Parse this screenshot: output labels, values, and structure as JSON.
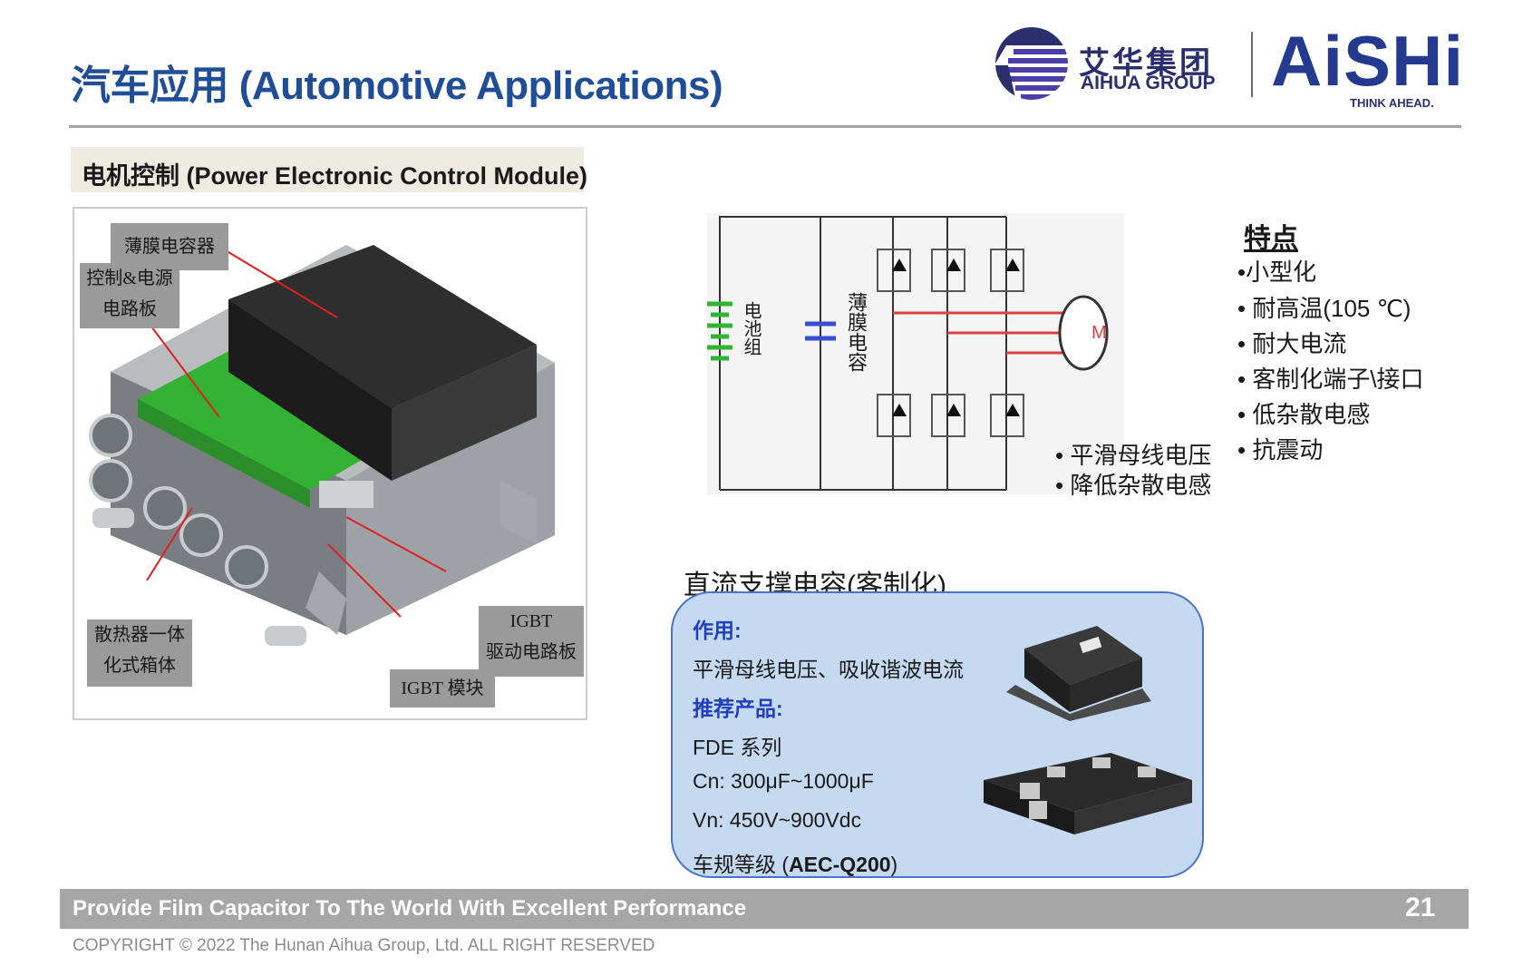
{
  "title": "汽车应用 (Automotive Applications)",
  "logo": {
    "aihua_cn": "艾华集团",
    "aihua_en": "AIHUA GROUP",
    "aishi_word": "AiSHi",
    "aishi_tagline": "THINK AHEAD."
  },
  "section_label": "电机控制 (Power Electronic Control Module)",
  "module_callouts": {
    "film_capacitor": "薄膜电容器",
    "control_power_board_1": "控制&电源",
    "control_power_board_2": "电路板",
    "heatsink_housing_1": "散热器一体",
    "heatsink_housing_2": "化式箱体",
    "igbt_module": "IGBT 模块",
    "igbt_driver_1": "IGBT",
    "igbt_driver_2": "驱动电路板"
  },
  "circuit": {
    "battery_label": "电池组",
    "film_cap_label": "薄膜电容",
    "motor_label": "M",
    "notes": [
      "• 平滑母线电压",
      "• 降低杂散电感"
    ]
  },
  "features": {
    "title": "特点",
    "items": [
      "•小型化",
      "• 耐高温(105 ℃)",
      "• 耐大电流",
      "• 客制化端子\\接口",
      "• 低杂散电感",
      "• 抗震动"
    ]
  },
  "dc_link": {
    "title": "直流支撑电容(客制化)",
    "function_label": "作用:",
    "function_text": "平滑母线电压、吸收谐波电流",
    "products_label": "推荐产品:",
    "series": "FDE 系列",
    "cn": "Cn: 300μF~1000μF",
    "vn": "Vn:  450V~900Vdc",
    "grade_prefix": "车规等级 (",
    "grade_bold": "AEC-Q200",
    "grade_suffix": ")"
  },
  "footer": {
    "slogan": "Provide Film Capacitor To The World With Excellent Performance",
    "page_number": "21",
    "copyright": "COPYRIGHT © 2022 The Hunan Aihua Group, Ltd. ALL RIGHT RESERVED"
  },
  "colors": {
    "title_blue": "#1f4e96",
    "box_fill": "#c5d9f1",
    "box_border": "#4a74c7",
    "footer_gray": "#a6a6a6",
    "callout_gray": "#9a9a9a",
    "pcb_green": "#33b233",
    "motor_line_red": "#e04040"
  }
}
